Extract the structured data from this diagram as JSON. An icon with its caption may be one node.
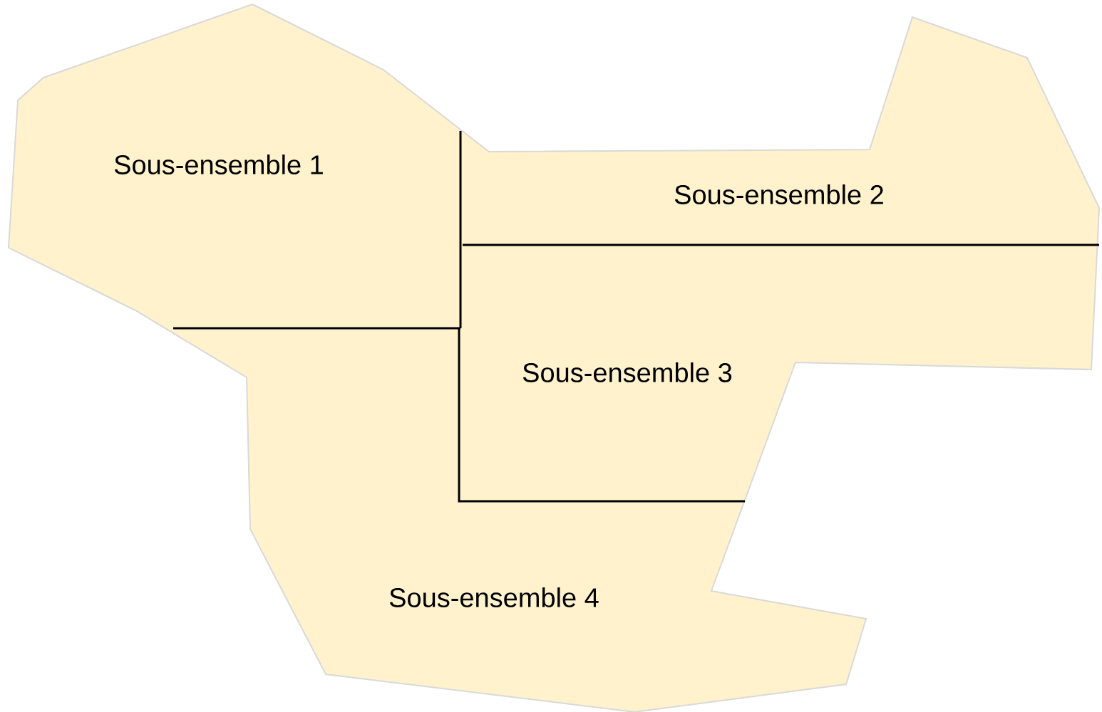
{
  "diagram": {
    "labels": [
      "Sous-ensemble 1",
      "Sous-ensemble 2",
      "Sous-ensemble 3",
      "Sous-ensemble 4"
    ]
  }
}
